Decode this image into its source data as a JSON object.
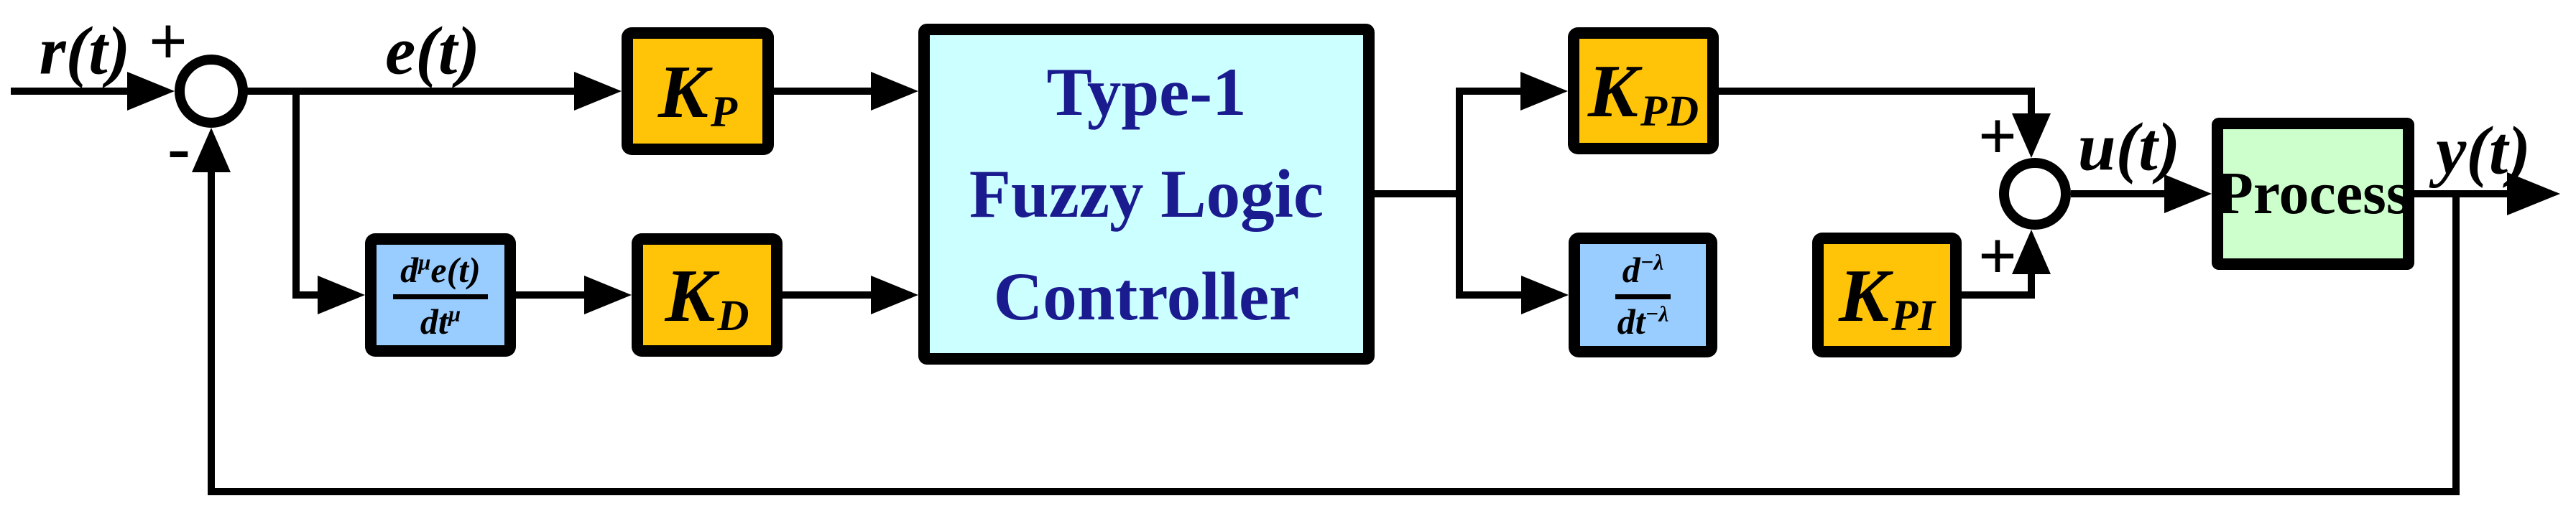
{
  "figure": {
    "type": "control-system-block-diagram",
    "signals": {
      "reference": "r(t)",
      "error": "e(t)",
      "control": "u(t)",
      "output": "y(t)"
    },
    "summing_junctions": {
      "sum1": {
        "top_sign": "+",
        "bottom_sign": "-"
      },
      "sum2": {
        "top_sign": "+",
        "bottom_sign": "+"
      }
    },
    "blocks": {
      "kp": {
        "label": "K",
        "subscript": "P"
      },
      "fractional_derivative": {
        "numerator_base": "d",
        "numerator_sup": "μ",
        "numerator_tail": "e(t)",
        "denominator_base": "dt",
        "denominator_sup": "μ"
      },
      "kd": {
        "label": "K",
        "subscript": "D"
      },
      "fuzzy_controller": {
        "line1": "Type-1",
        "line2": "Fuzzy Logic",
        "line3": "Controller"
      },
      "kpd": {
        "label": "K",
        "subscript": "PD"
      },
      "fractional_integrator": {
        "numerator_base": "d",
        "numerator_sup": "−λ",
        "denominator_base": "dt",
        "denominator_sup": "−λ"
      },
      "kpi": {
        "label": "K",
        "subscript": "PI"
      },
      "process": {
        "label": "Process"
      }
    },
    "colors": {
      "gain_fill": "#FFC408",
      "operator_fill": "#99CCFF",
      "controller_fill": "#CCFFFF",
      "process_fill": "#CCFFCC",
      "controller_text": "#1B1B90",
      "wire": "#000000",
      "background": "#FFFFFF"
    }
  }
}
